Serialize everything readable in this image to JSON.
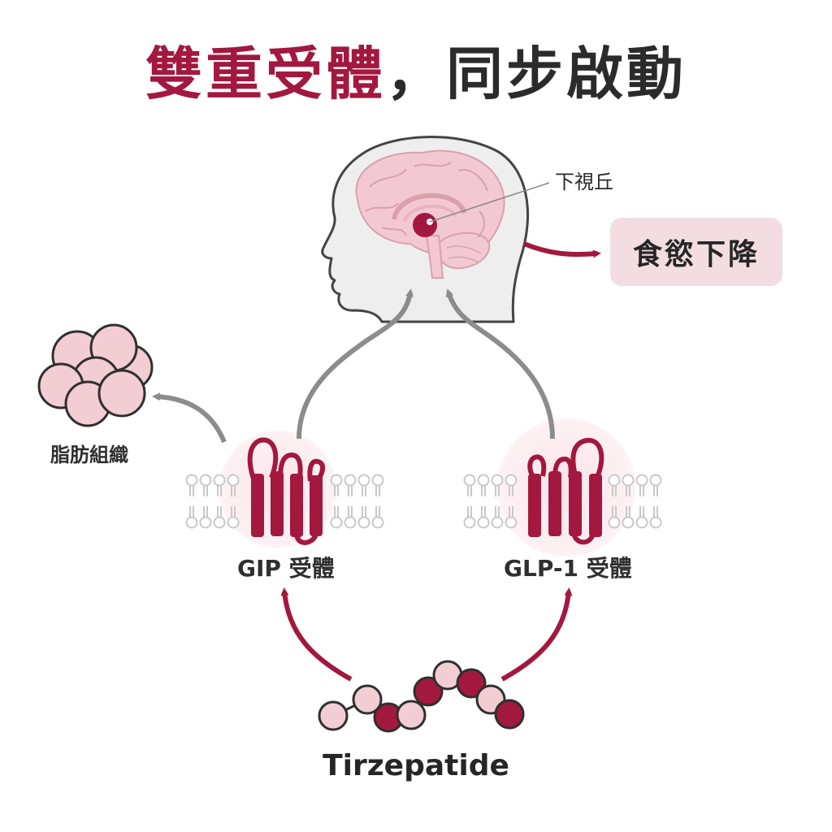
{
  "title": {
    "highlight": "雙重受體",
    "rest": "，同步啟動"
  },
  "labels": {
    "hypothalamus": "下視丘",
    "effect": "食慾下降",
    "adipose": "脂肪組織",
    "gip_receptor": "GIP 受體",
    "glp1_receptor": "GLP-1 受體",
    "drug": "Tirzepatide"
  },
  "colors": {
    "accent": "#a3183e",
    "pink": "#f3cdd4",
    "brain": "#f2c9d2",
    "head": "#eeeeee",
    "arrow_gray": "#8c8c8c",
    "membrane": "#c9c9c9"
  },
  "icons": [
    "head-icon",
    "brain-icon",
    "fat-cell-icon",
    "membrane-icon",
    "receptor-icon",
    "peptide-chain-icon"
  ]
}
